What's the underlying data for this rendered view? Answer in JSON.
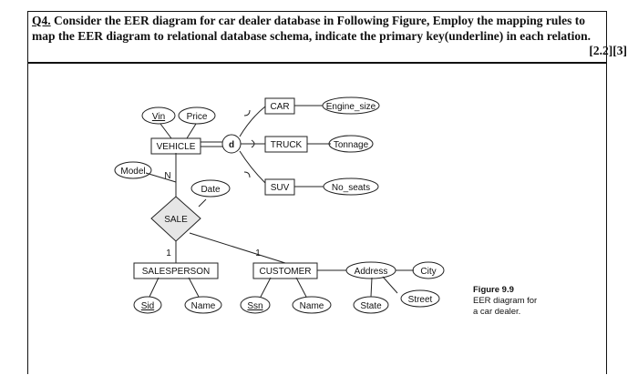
{
  "question": {
    "number": "Q4.",
    "text": " Consider the EER diagram for car dealer database in Following Figure, Employ the mapping rules to map the EER diagram to relational database schema, indicate the primary key(underline) in each relation.",
    "marks": "[2.2][3]"
  },
  "diagram": {
    "entities": {
      "car": "CAR",
      "truck": "TRUCK",
      "suv": "SUV",
      "vehicle": "VEHICLE",
      "salesperson": "SALESPERSON",
      "customer": "CUSTOMER"
    },
    "attributes": {
      "vin": "Vin",
      "price": "Price",
      "model": "Model",
      "engine_size": "Engine_size",
      "tonnage": "Tonnage",
      "no_seats": "No_seats",
      "date": "Date",
      "sid": "Sid",
      "sp_name": "Name",
      "ssn": "Ssn",
      "cust_name": "Name",
      "address": "Address",
      "city": "City",
      "street": "Street",
      "state": "State"
    },
    "relationship": "SALE",
    "disjoint_symbol": "d",
    "cardinalities": {
      "vehicle_sale": "N",
      "salesperson_sale": "1",
      "customer_sale": "1"
    }
  },
  "caption": {
    "figure": "Figure 9.9",
    "line1": "EER diagram for",
    "line2": "a car dealer."
  }
}
